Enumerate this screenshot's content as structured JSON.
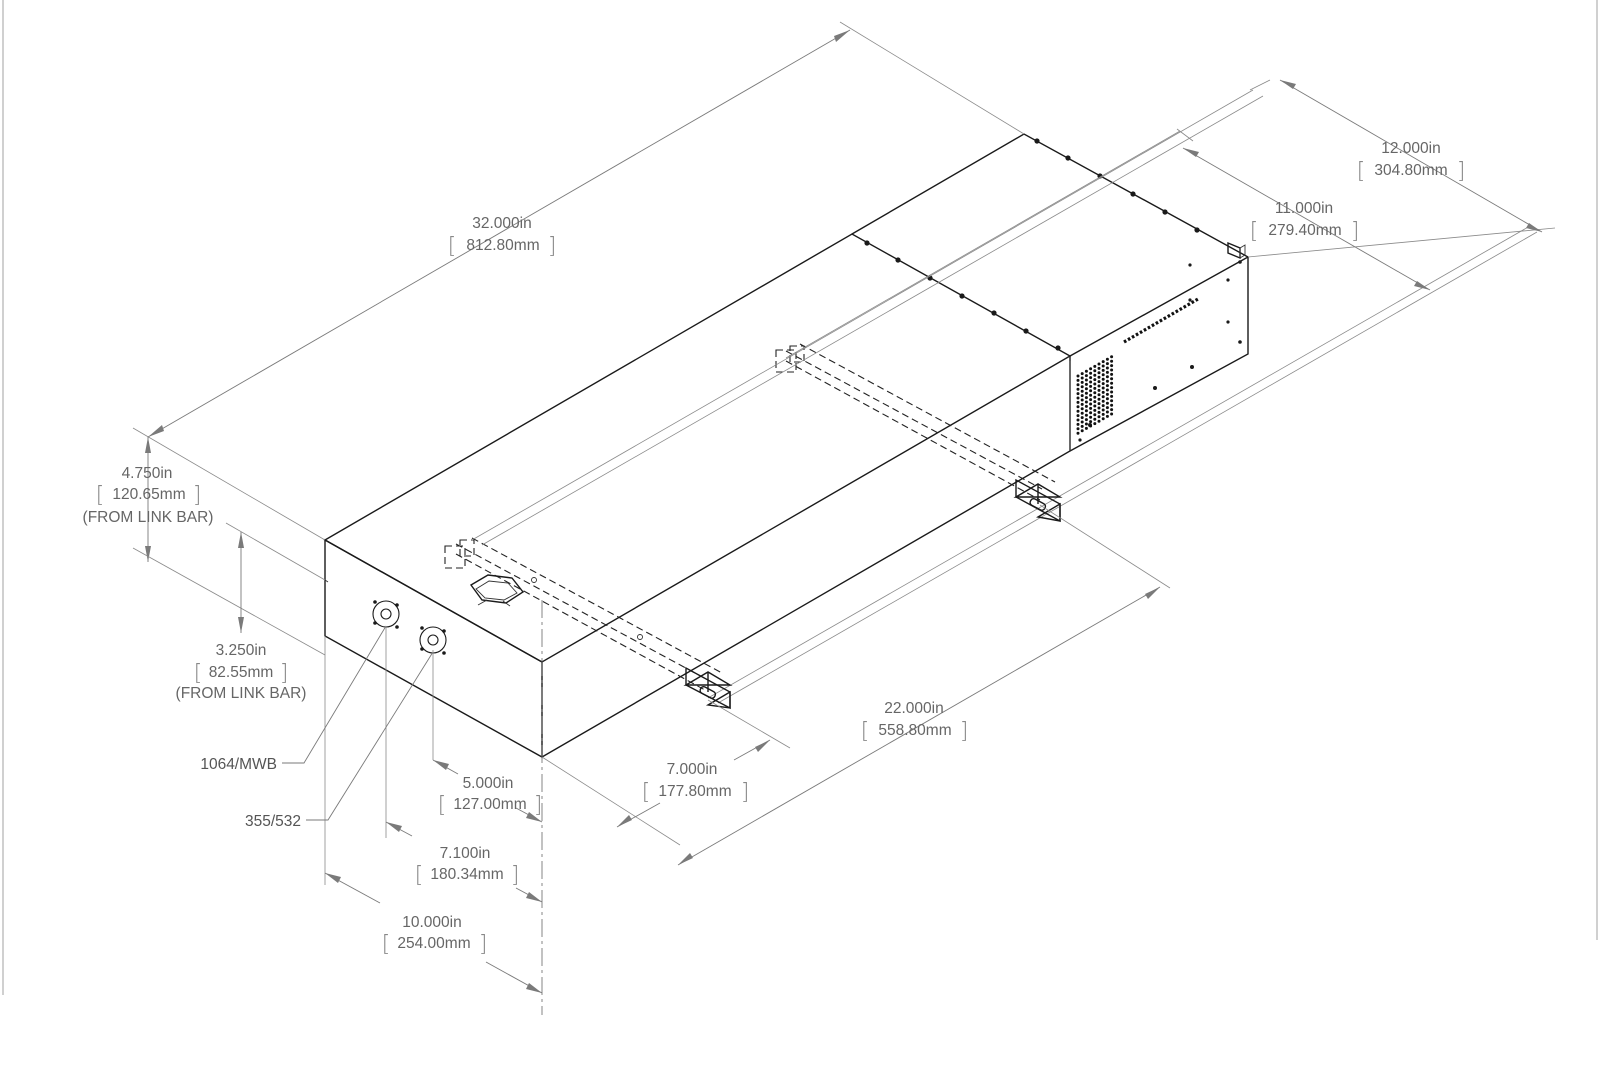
{
  "dimensions": {
    "overall_length": {
      "imperial": "32.000in",
      "metric": "812.80mm"
    },
    "width_outer": {
      "imperial": "12.000in",
      "metric": "304.80mm"
    },
    "width_inner": {
      "imperial": "11.000in",
      "metric": "279.40mm"
    },
    "height_total": {
      "imperial": "4.750in",
      "metric": "120.65mm",
      "note": "(FROM LINK BAR)"
    },
    "height_beam": {
      "imperial": "3.250in",
      "metric": "82.55mm",
      "note": "(FROM LINK BAR)"
    },
    "link_bar_spacing": {
      "imperial": "22.000in",
      "metric": "558.80mm"
    },
    "front_to_link_bar": {
      "imperial": "7.000in",
      "metric": "177.80mm"
    },
    "port_offset_a": {
      "imperial": "5.000in",
      "metric": "127.00mm"
    },
    "port_offset_b": {
      "imperial": "7.100in",
      "metric": "180.34mm"
    },
    "front_width": {
      "imperial": "10.000in",
      "metric": "254.00mm"
    }
  },
  "ports": {
    "port_1": "1064/MWB",
    "port_2": "355/532"
  }
}
